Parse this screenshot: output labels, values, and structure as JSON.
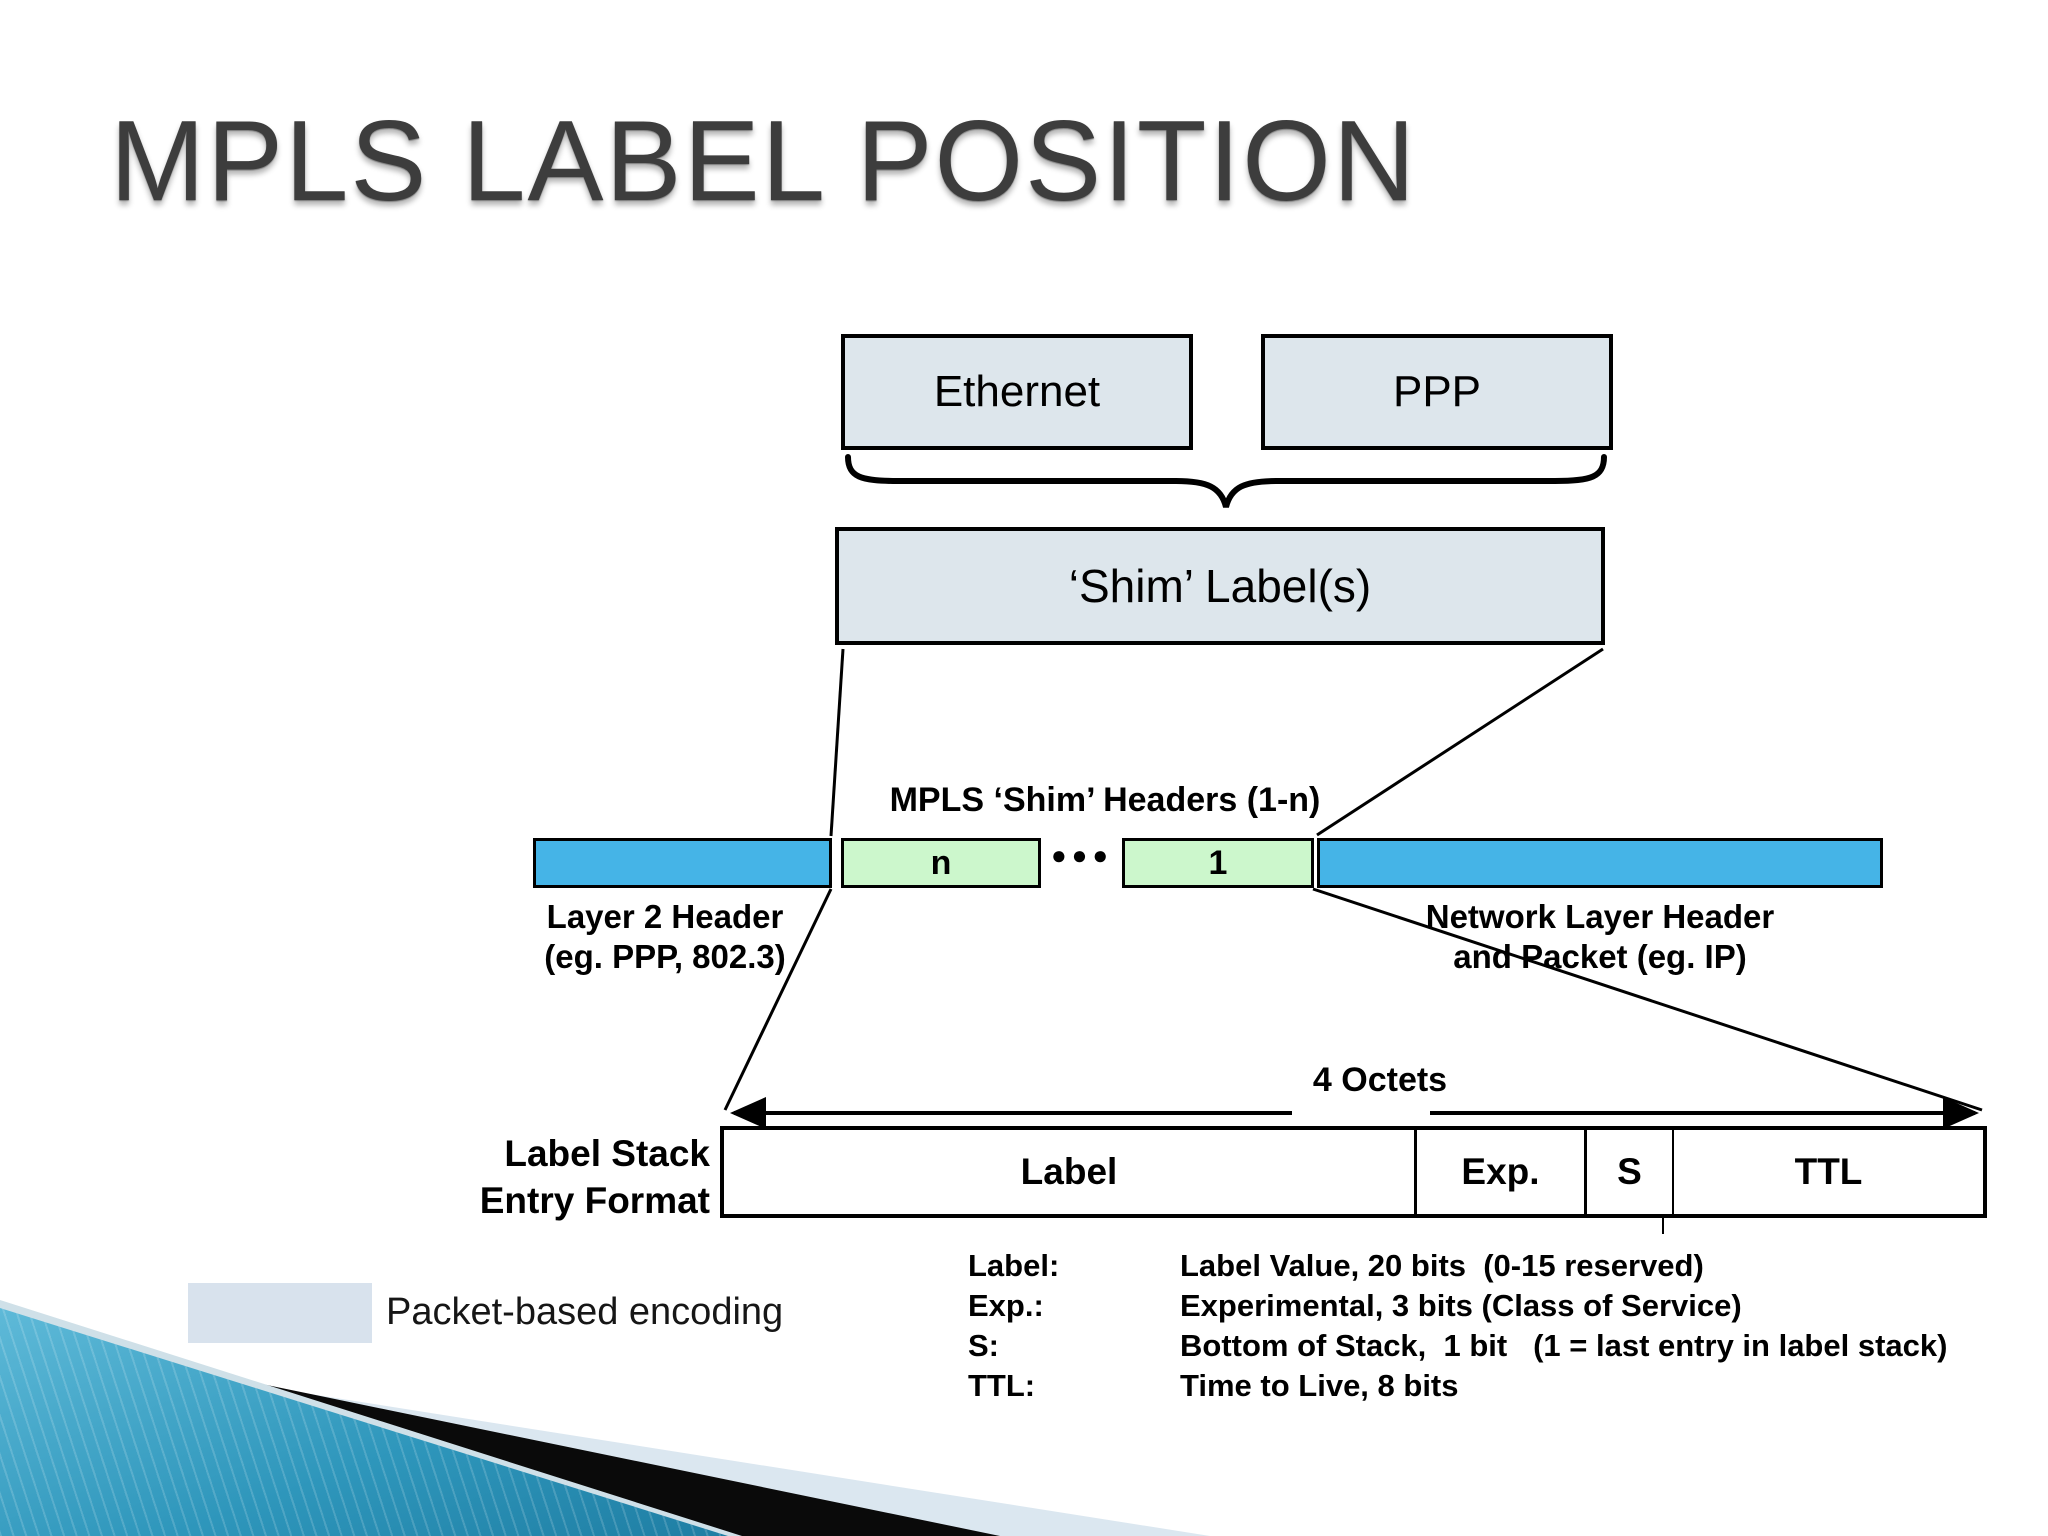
{
  "slide_title": "MPLS LABEL POSITION",
  "encapsulation": {
    "ethernet": "Ethernet",
    "ppp": "PPP",
    "shim": "‘Shim’ Label(s)"
  },
  "packet": {
    "caption": "MPLS ‘Shim’ Headers (1-n)",
    "shim_n": "n",
    "dots": "●●●",
    "shim_1": "1",
    "layer2_line1": "Layer 2 Header",
    "layer2_line2": "(eg. PPP, 802.3)",
    "network_line1": "Network Layer Header",
    "network_line2": "and Packet (eg. IP)"
  },
  "label_stack": {
    "octets": "4 Octets",
    "caption_line1": "Label Stack",
    "caption_line2": "Entry Format",
    "fields": [
      {
        "name": "Label"
      },
      {
        "name": "Exp."
      },
      {
        "name": "S"
      },
      {
        "name": "TTL"
      }
    ],
    "definitions": [
      {
        "term": "Label:",
        "definition": "Label Value, 20 bits  (0-15 reserved)"
      },
      {
        "term": "Exp.:",
        "definition": "Experimental, 3 bits (Class of Service)"
      },
      {
        "term": "S:",
        "definition": "Bottom of Stack,  1 bit   (1 = last entry in label stack)"
      },
      {
        "term": "TTL:",
        "definition": "Time to Live, 8 bits"
      }
    ]
  },
  "legend": {
    "label": "Packet-based encoding"
  },
  "colors": {
    "layer_box_fill": "#dde6ec",
    "blue_bar": "#45b4e7",
    "green_box": "#ccf7cc",
    "legend_swatch": "#d8e2ed",
    "teal_accent": "#2e96bb",
    "title_gray": "#3d3d3d"
  }
}
